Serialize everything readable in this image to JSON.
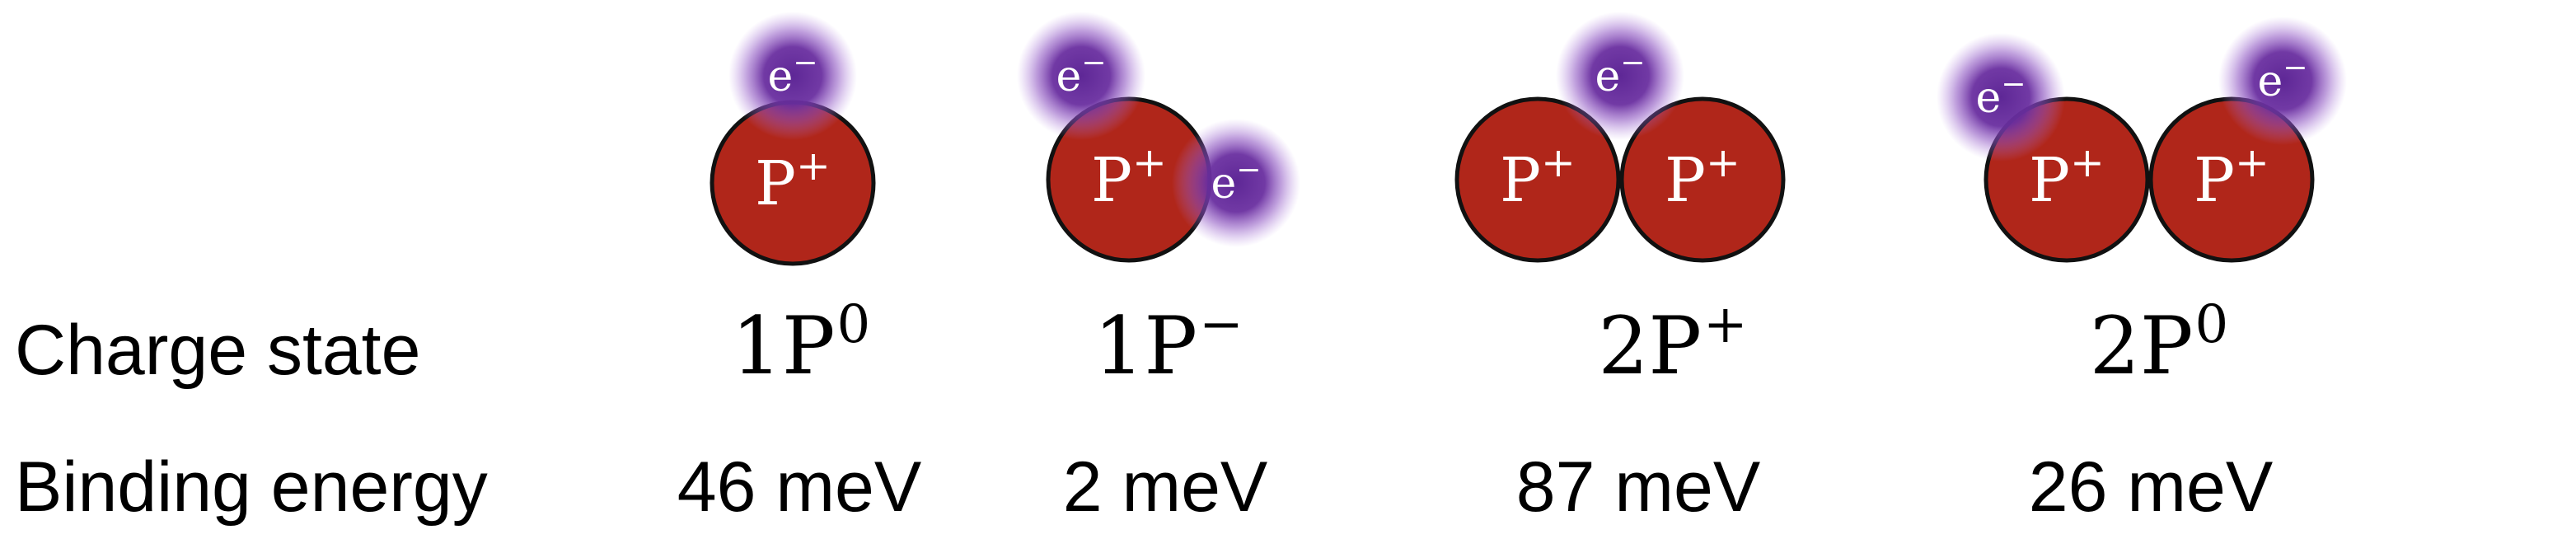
{
  "labels": {
    "charge_state": "Charge state",
    "binding_energy": "Binding energy"
  },
  "particle_text": {
    "proton_symbol": "P",
    "proton_sup": "+",
    "electron_symbol": "e",
    "electron_sup": "−"
  },
  "colors": {
    "proton_fill": "#b0261a",
    "proton_stroke": "#111111",
    "electron_core": "#6a2fa0",
    "text_on_particle": "#ffffff"
  },
  "configurations": [
    {
      "id": "1p0",
      "count": "1",
      "symbol": "P",
      "charge": "0",
      "binding_energy": "46 meV",
      "protons": 1,
      "electrons": 1
    },
    {
      "id": "1pminus",
      "count": "1",
      "symbol": "P",
      "charge": "−",
      "binding_energy": "2 meV",
      "protons": 1,
      "electrons": 2
    },
    {
      "id": "2pplus",
      "count": "2",
      "symbol": "P",
      "charge": "+",
      "binding_energy": "87 meV",
      "protons": 2,
      "electrons": 1
    },
    {
      "id": "2p0",
      "count": "2",
      "symbol": "P",
      "charge": "0",
      "binding_energy": "26 meV",
      "protons": 2,
      "electrons": 2
    }
  ]
}
